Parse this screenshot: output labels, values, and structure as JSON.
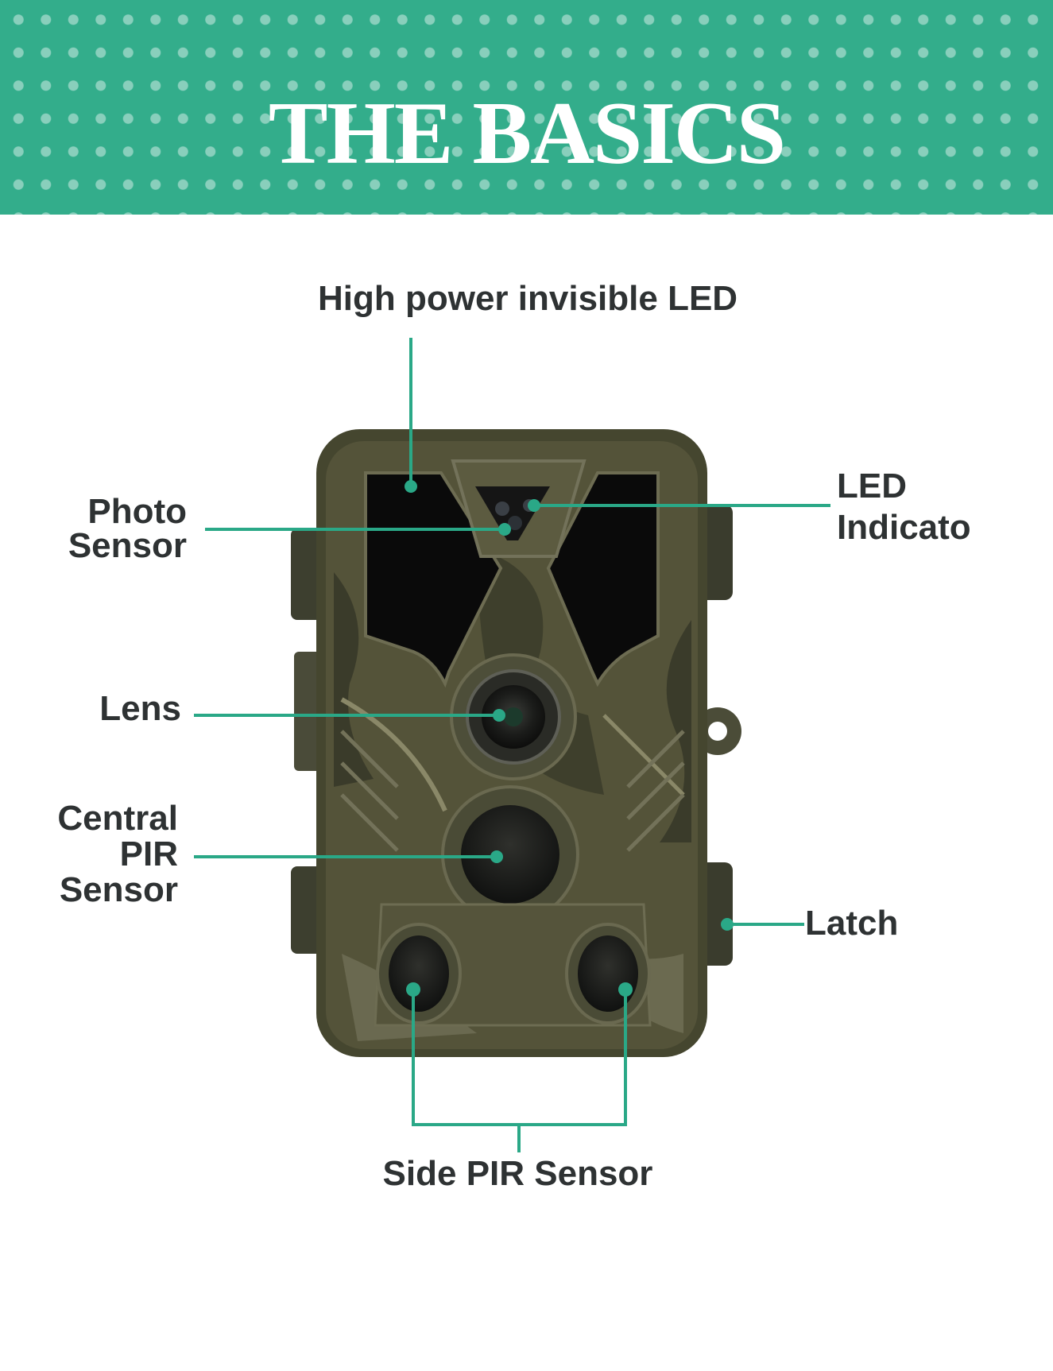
{
  "header": {
    "title": "THE BASICS"
  },
  "labels": {
    "high_power_led": "High power invisible LED",
    "led_indicator": [
      "LED",
      "Indicato"
    ],
    "photo_sensor": [
      "Photo",
      "Sensor"
    ],
    "lens": "Lens",
    "central_pir": [
      "Central",
      "PIR",
      "Sensor"
    ],
    "latch": "Latch",
    "side_pir": "Side PIR Sensor"
  },
  "colors": {
    "banner": "#33ad8b",
    "callout_line": "#2aa887",
    "label_text": "#2e3233",
    "camo_dark": "#2c2e22",
    "camo_mid": "#4a4b36",
    "camo_light": "#6b6a50"
  }
}
